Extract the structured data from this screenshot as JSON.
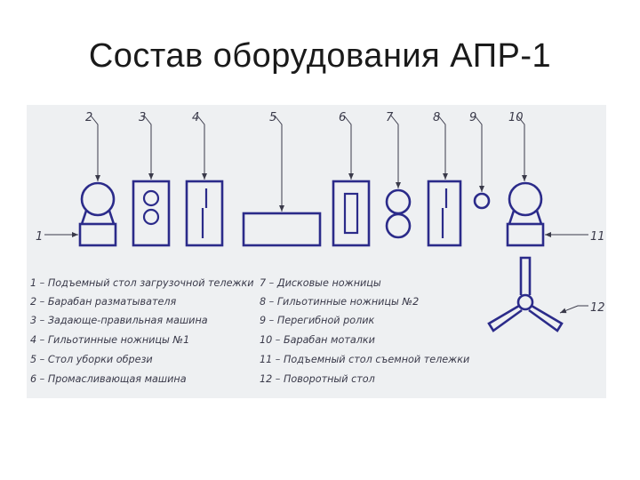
{
  "slide": {
    "title": "Состав оборудования АПР-1"
  },
  "diagram": {
    "numbers": {
      "n1": "1",
      "n2": "2",
      "n3": "3",
      "n4": "4",
      "n5": "5",
      "n6": "6",
      "n7": "7",
      "n8": "8",
      "n9": "9",
      "n10": "10",
      "n11": "11",
      "n12": "12"
    },
    "legend": {
      "l1": "1 – Подъемный стол загрузочной тележки",
      "l2": "2 – Барабан разматывателя",
      "l3": "3 – Задающе-правильная машина",
      "l4": "4 – Гильотинные ножницы №1",
      "l5": "5 – Стол уборки обрези",
      "l6": "6 – Промасливающая машина",
      "l7": "7 – Дисковые ножницы",
      "l8": "8 – Гильотинные ножницы №2",
      "l9": "9 – Перегибной ролик",
      "l10": "10 – Барабан моталки",
      "l11": "11 – Подъемный стол съемной тележки",
      "l12": "12 – Поворотный стол"
    },
    "colors": {
      "equipment_outline": "#2b2b8a",
      "panel_background": "#eef0f2"
    }
  }
}
